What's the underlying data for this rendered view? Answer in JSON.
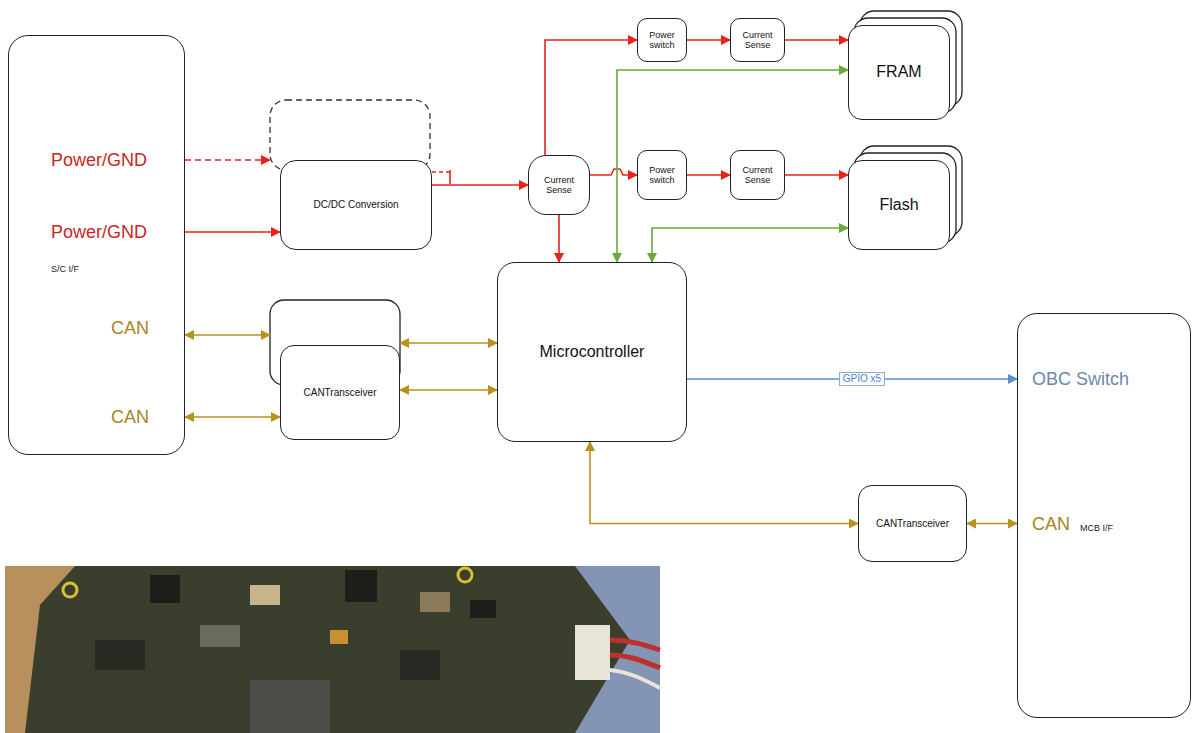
{
  "diagram": {
    "nodes": [
      {
        "text": [
          "Power/GND",
          "Power/GND",
          "S/C I/F",
          "CAN",
          "CAN"
        ]
      },
      {
        "text": [
          "DC/DC Conversion"
        ]
      },
      {
        "text": [
          "Current Sense"
        ]
      },
      {
        "text": [
          "Power switch"
        ]
      },
      {
        "text": [
          "Current Sense"
        ]
      },
      {
        "text": [
          "FRAM"
        ]
      },
      {
        "text": [
          "Power switch"
        ]
      },
      {
        "text": [
          "Current Sense"
        ]
      },
      {
        "text": [
          "Flash"
        ]
      },
      {
        "text": [
          "CANTransceiver"
        ]
      },
      {
        "text": [
          "Microcontroller"
        ]
      },
      {
        "text": [
          "CANTransceiver"
        ]
      },
      {
        "text": [
          "OBC Switch",
          "CAN",
          "MCB I/F"
        ]
      }
    ],
    "edges": [
      {
        "from": 0,
        "to": 1,
        "arrow": "to"
      },
      {
        "from": 1,
        "to": 2,
        "arrow": "to"
      },
      {
        "from": 2,
        "to": 3,
        "arrow": "to"
      },
      {
        "from": 2,
        "to": 6,
        "arrow": "to"
      },
      {
        "from": 2,
        "to": 10,
        "arrow": "to"
      },
      {
        "from": 3,
        "to": 4,
        "arrow": "to"
      },
      {
        "from": 4,
        "to": 5,
        "arrow": "to"
      },
      {
        "from": 6,
        "to": 7,
        "arrow": "to"
      },
      {
        "from": 7,
        "to": 8,
        "arrow": "to"
      },
      {
        "from": 10,
        "to": 5,
        "arrow": "both"
      },
      {
        "from": 10,
        "to": 8,
        "arrow": "both"
      },
      {
        "from": 0,
        "to": 9,
        "arrow": "both"
      },
      {
        "from": 0,
        "to": 9,
        "arrow": "both"
      },
      {
        "from": 9,
        "to": 10,
        "arrow": "both"
      },
      {
        "from": 9,
        "to": 10,
        "arrow": "both"
      },
      {
        "from": 10,
        "to": 12,
        "label": "GPIO x5",
        "arrow": "to"
      },
      {
        "from": 10,
        "to": 11,
        "arrow": "both"
      },
      {
        "from": 11,
        "to": 12,
        "arrow": "both"
      }
    ]
  }
}
